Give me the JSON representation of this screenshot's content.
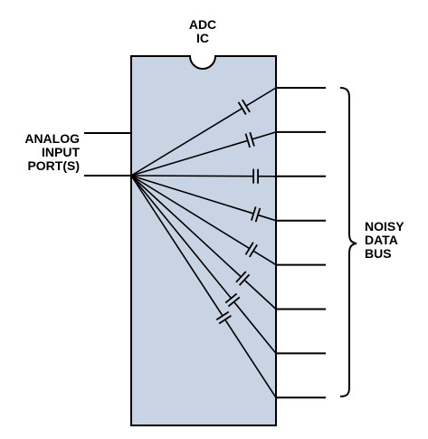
{
  "chip_label": {
    "line1": "ADC",
    "line2": "IC"
  },
  "input_label": {
    "line1": "ANALOG",
    "line2": "INPUT",
    "line3": "PORT(S)"
  },
  "bus_label": {
    "line1": "NOISY",
    "line2": "DATA",
    "line3": "BUS"
  },
  "colors": {
    "chip_fill": "#c8d4e3",
    "stroke": "#000000",
    "background": "#ffffff"
  },
  "bus_line_count": 8,
  "icons": {
    "capacitor": "parasitic-capacitor-icon",
    "brace": "right-curly-brace-icon",
    "notch": "chip-notch-icon"
  }
}
